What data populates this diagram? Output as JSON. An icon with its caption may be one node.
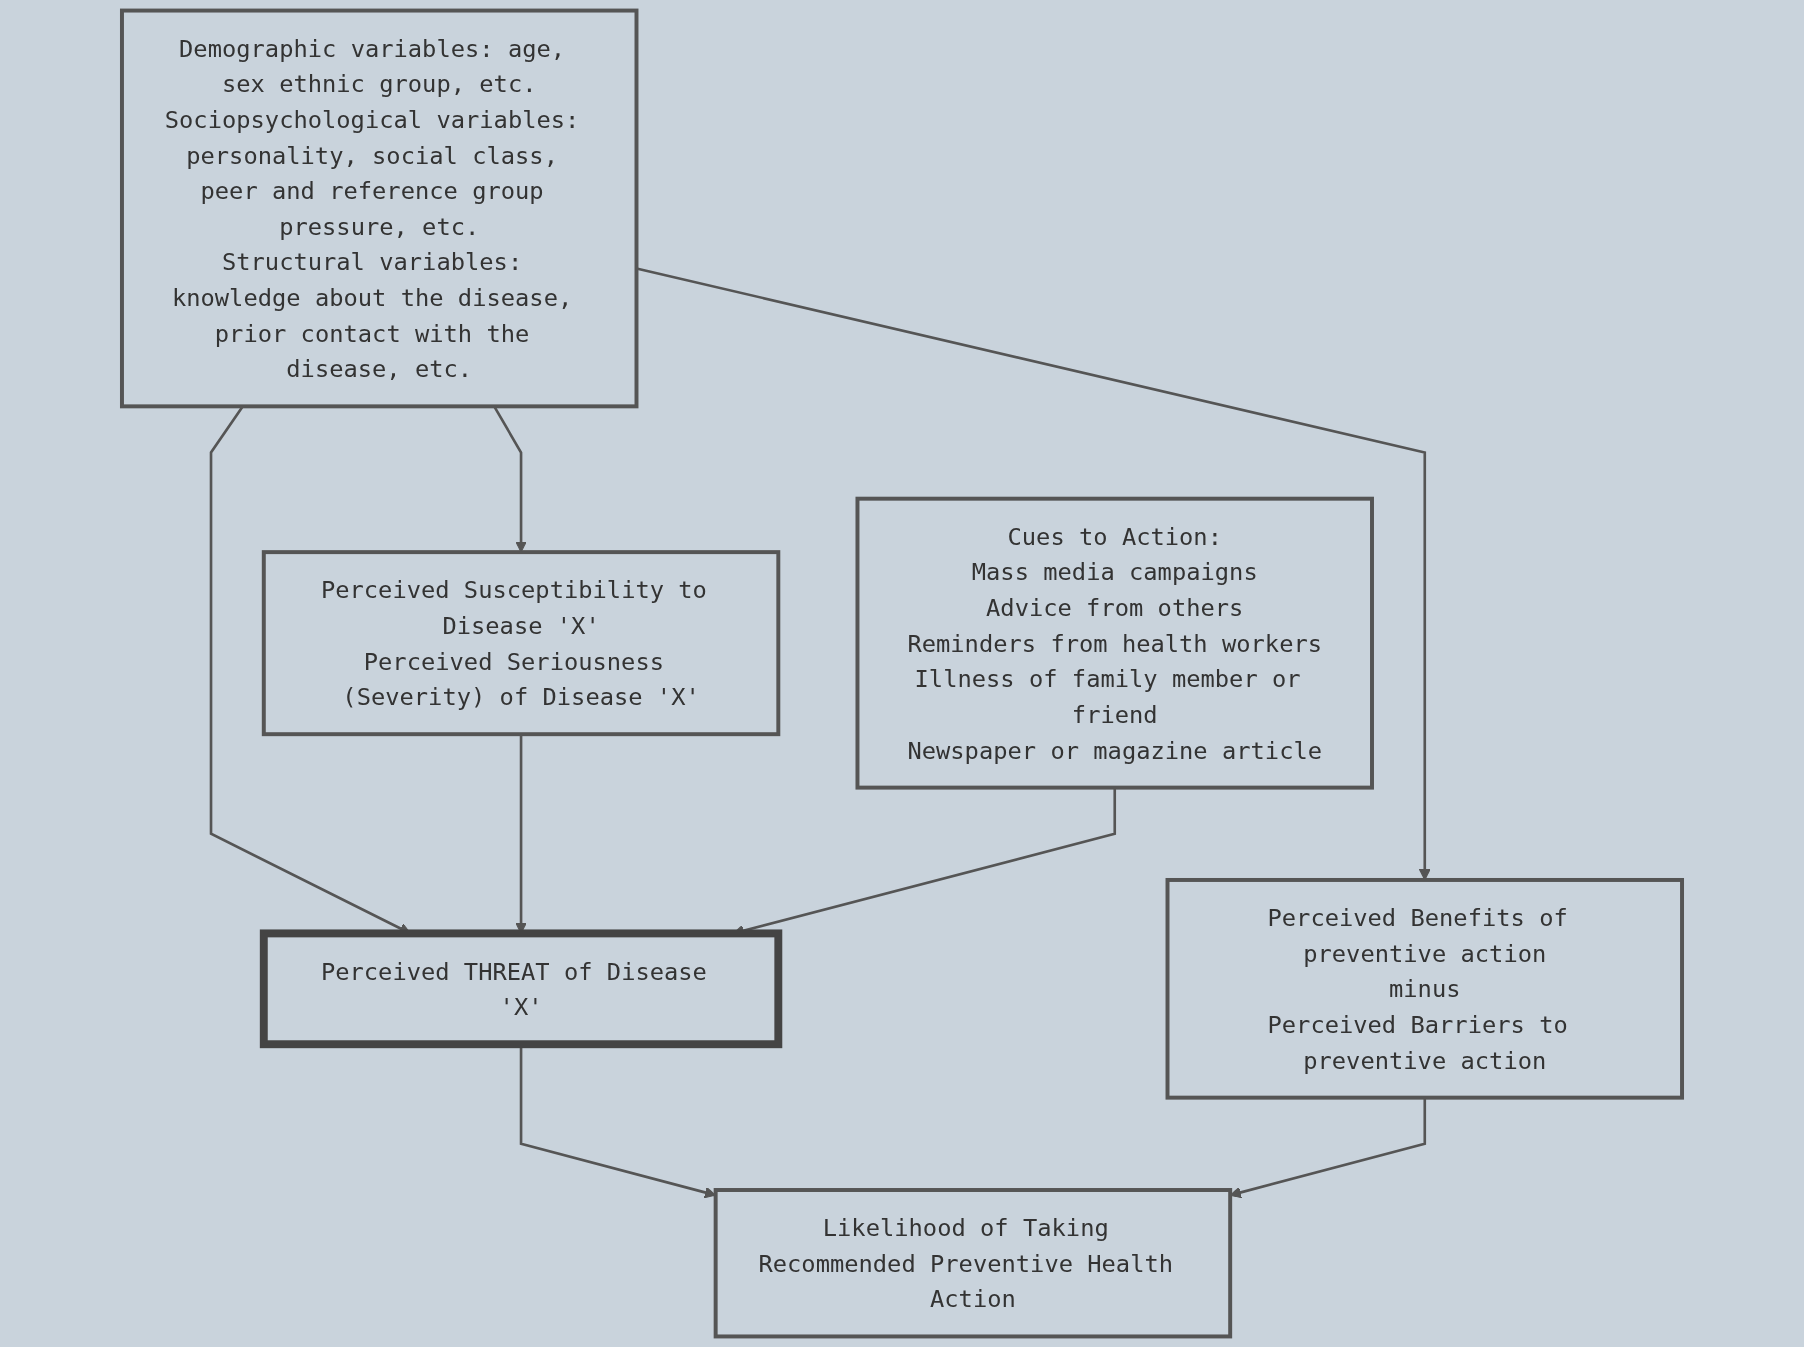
{
  "diagram": {
    "nodes": [
      {
        "text": [
          "Demographic variables: age, sex ethnic group, etc.",
          "Sociopsychological variables: personality, social class, peer and reference group pressure, etc.",
          "Structural variables: knowledge about the disease, prior contact with the disease, etc."
        ]
      },
      {
        "text": [
          "Perceived Benefits of preventive action",
          "minus",
          "Perceived Barriers to preventive action"
        ]
      },
      {
        "text": [
          "Perceived Susceptibility to Disease 'X'",
          "Perceived Seriousness (Severity) of Disease 'X'"
        ]
      },
      {
        "text": [
          "Perceived THREAT of Disease 'X'"
        ]
      },
      {
        "text": [
          "Likelihood of Taking Recommended Preventive Health Action"
        ]
      },
      {
        "text": [
          "Cues to Action:",
          "Mass media campaigns",
          "Advice from others",
          "Reminders from health workers",
          "Illness of family member or friend",
          "Newspaper or magazine article"
        ]
      }
    ],
    "edges": [
      {
        "from": 0,
        "to": 2,
        "arrow": "to"
      },
      {
        "from": 0,
        "to": 3,
        "arrow": "to"
      },
      {
        "from": 0,
        "to": 1,
        "arrow": "to"
      },
      {
        "from": 2,
        "to": 3,
        "arrow": "to"
      },
      {
        "from": 3,
        "to": 4,
        "arrow": "to"
      },
      {
        "from": 1,
        "to": 4,
        "arrow": "to"
      },
      {
        "from": 5,
        "to": 3,
        "arrow": "to"
      }
    ]
  }
}
